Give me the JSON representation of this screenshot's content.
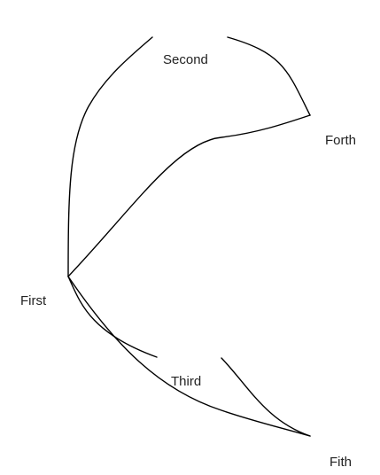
{
  "nodes": [
    {
      "id": "first",
      "label": "First"
    },
    {
      "id": "second",
      "label": "Second"
    },
    {
      "id": "third",
      "label": "Third"
    },
    {
      "id": "forth",
      "label": "Forth"
    },
    {
      "id": "fith",
      "label": "Fith"
    }
  ],
  "edges": [
    {
      "id": "first-second",
      "from": "First",
      "to": "Second"
    },
    {
      "id": "second-forth",
      "from": "Second",
      "to": "Forth"
    },
    {
      "id": "first-forth",
      "from": "First",
      "to": "Forth"
    },
    {
      "id": "first-third",
      "from": "First",
      "to": "Third"
    },
    {
      "id": "first-fith",
      "from": "First",
      "to": "Fith"
    },
    {
      "id": "third-fith",
      "from": "Third",
      "to": "Fith"
    }
  ],
  "colors": {
    "edge": "#000000",
    "label": "#222222",
    "background": "#ffffff"
  }
}
